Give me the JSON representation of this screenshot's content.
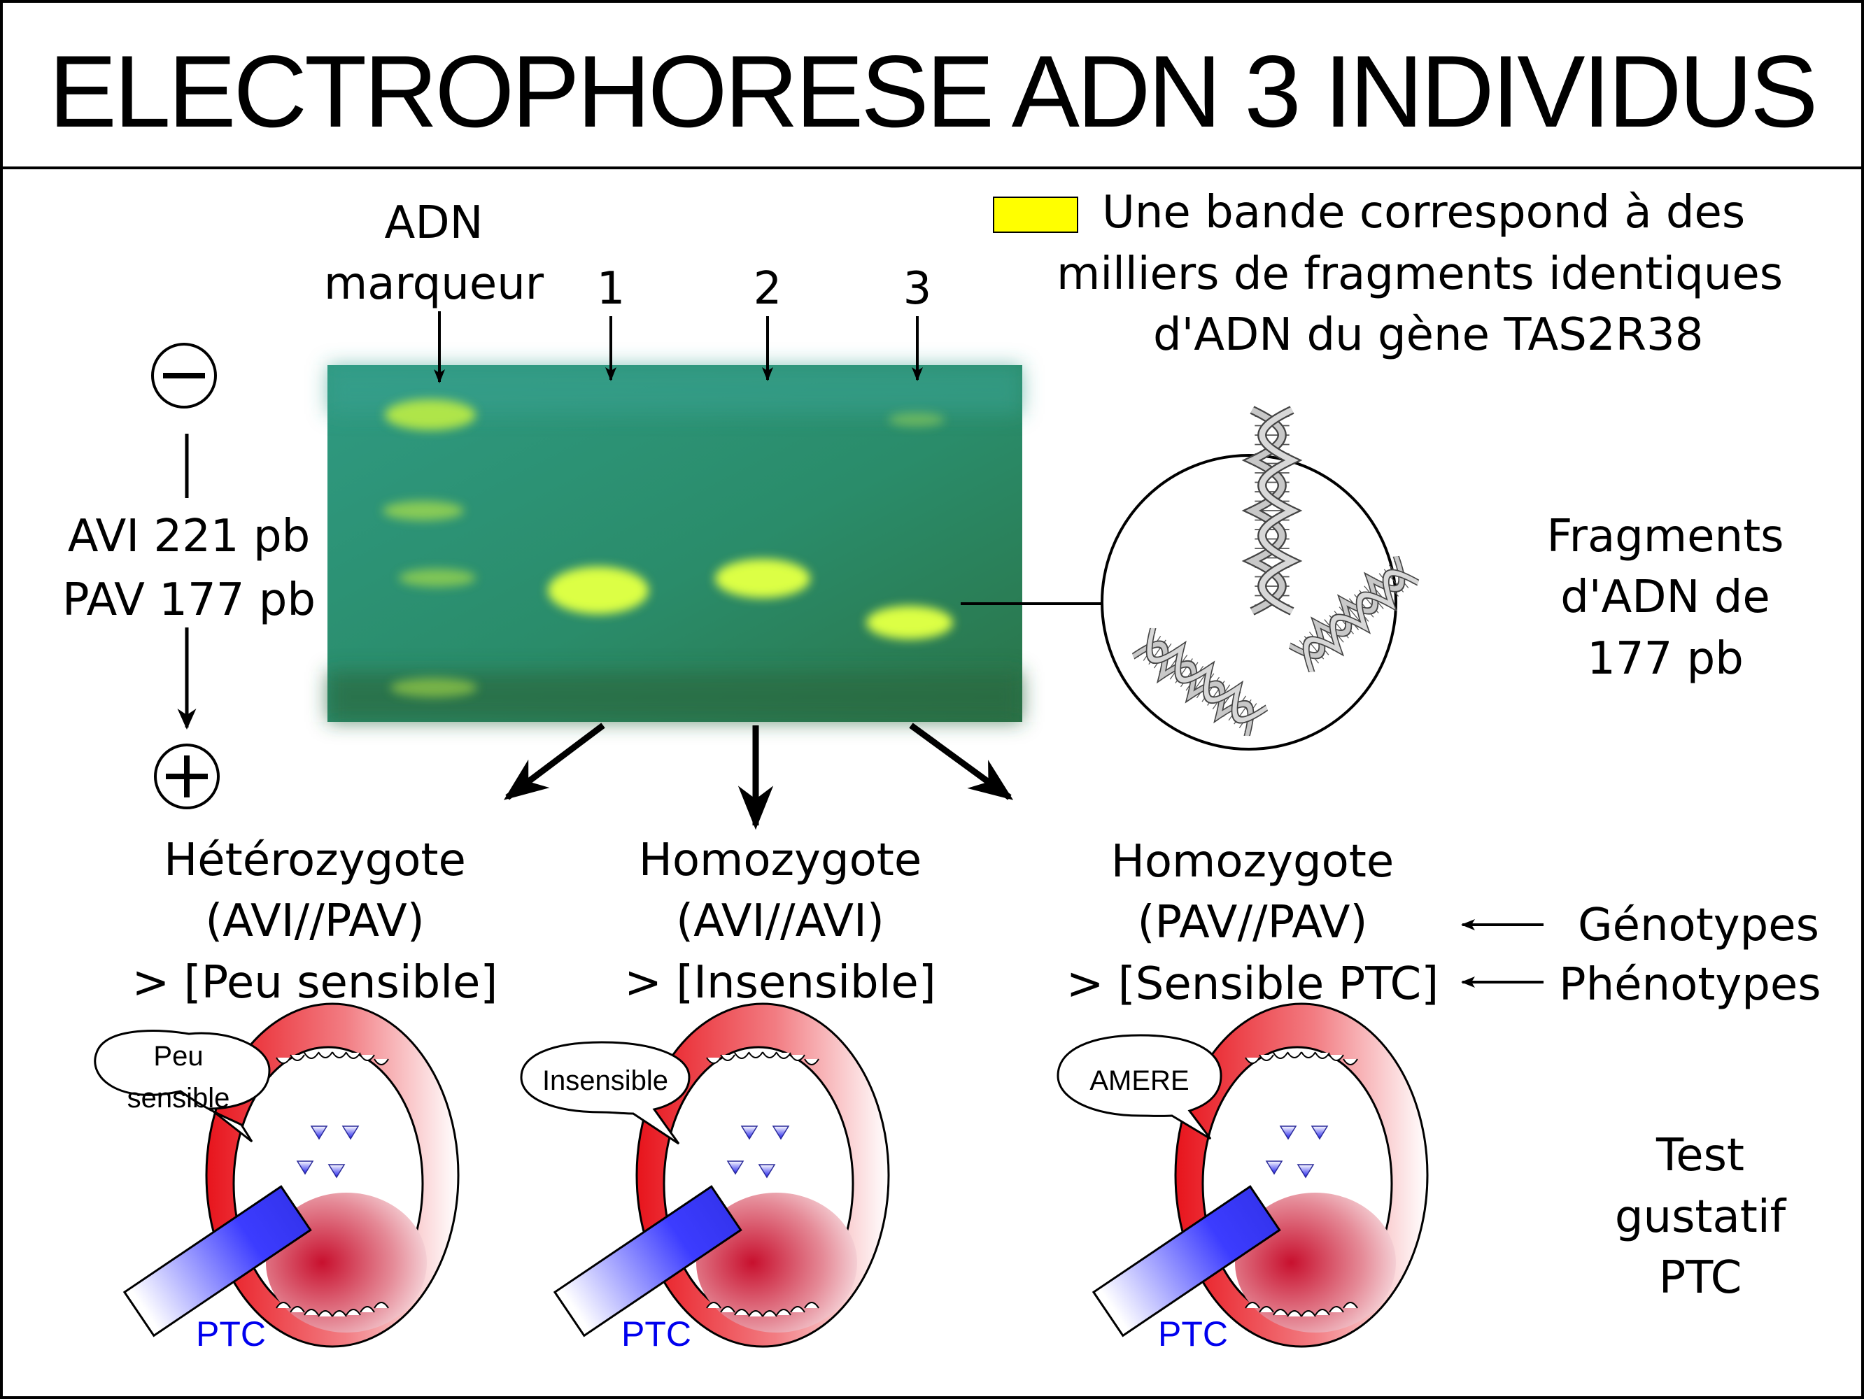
{
  "title": "ELECTROPHORESE ADN 3 INDIVIDUS",
  "legend": {
    "swatch_color": "#ffff00",
    "lines": [
      "Une bande correspond à des",
      "milliers de fragments identiques",
      "d'ADN du gène TAS2R38"
    ]
  },
  "gel": {
    "marker_label": [
      "ADN",
      "marqueur"
    ],
    "lanes": [
      "1",
      "2",
      "3"
    ],
    "background_color": "#2b8f72",
    "band_color": "#d8ff3a"
  },
  "polarity": {
    "negative": "−",
    "positive": "+",
    "sizes": [
      "AVI 221 pb",
      "PAV 177 pb"
    ]
  },
  "zoom_label": [
    "Fragments",
    "d'ADN de",
    "177 pb"
  ],
  "individuals": [
    {
      "genotype_type": "Hétérozygote",
      "genotype": "(AVI//PAV)",
      "phenotype": "> [Peu sensible]",
      "bubble": [
        "Peu",
        "sensible"
      ],
      "ptc": "PTC"
    },
    {
      "genotype_type": "Homozygote",
      "genotype": "(AVI//AVI)",
      "phenotype": "> [Insensible]",
      "bubble": [
        "Insensible"
      ],
      "ptc": "PTC"
    },
    {
      "genotype_type": "Homozygote",
      "genotype": "(PAV//PAV)",
      "phenotype": "> [Sensible PTC]",
      "bubble": [
        "AMERE"
      ],
      "ptc": "PTC"
    }
  ],
  "row_labels": {
    "genotypes": "Génotypes",
    "phenotypes": "Phénotypes",
    "test": [
      "Test",
      "gustatif",
      "PTC"
    ]
  }
}
